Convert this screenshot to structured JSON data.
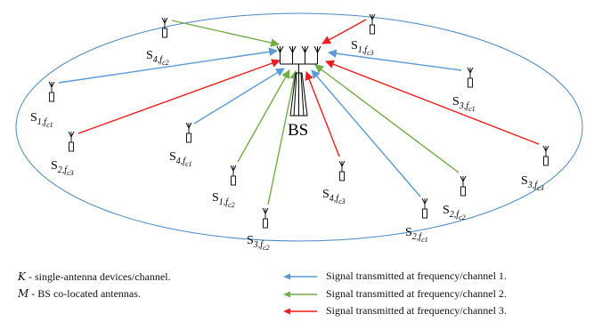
{
  "base_station": {
    "label": "BS"
  },
  "devices": [
    {
      "name": "S",
      "num": "4",
      "freq": "c2",
      "channel": 2
    },
    {
      "name": "S",
      "num": "1",
      "freq": "c3",
      "channel": 3
    },
    {
      "name": "S",
      "num": "1",
      "freq": "c1",
      "channel": 1
    },
    {
      "name": "S",
      "num": "3",
      "freq": "c1",
      "channel": 1
    },
    {
      "name": "S",
      "num": "2",
      "freq": "c3",
      "channel": 3
    },
    {
      "name": "S",
      "num": "4",
      "freq": "c1",
      "channel": 1
    },
    {
      "name": "S",
      "num": "1",
      "freq": "c2",
      "channel": 2
    },
    {
      "name": "S",
      "num": "4",
      "freq": "c3",
      "channel": 3
    },
    {
      "name": "S",
      "num": "2",
      "freq": "c2",
      "channel": 2
    },
    {
      "name": "S",
      "num": "3",
      "freq": "c3",
      "channel": 3
    },
    {
      "name": "S",
      "num": "3",
      "freq": "c2",
      "channel": 2
    },
    {
      "name": "S",
      "num": "2",
      "freq": "c1",
      "channel": 1
    }
  ],
  "colors": {
    "channel1": "#5b9bd5",
    "channel2": "#70ad47",
    "channel3": "#ee1c1c",
    "ellipse": "#4a8ac4"
  },
  "legend": {
    "k_symbol": "K",
    "k_text": " - single-antenna devices/channel.",
    "m_symbol": "M",
    "m_text": " - BS co-located antennas.",
    "ch1": "Signal transmitted at frequency/channel 1.",
    "ch2": "Signal transmitted at frequency/channel 2.",
    "ch3": "Signal transmitted at frequency/channel 3."
  }
}
